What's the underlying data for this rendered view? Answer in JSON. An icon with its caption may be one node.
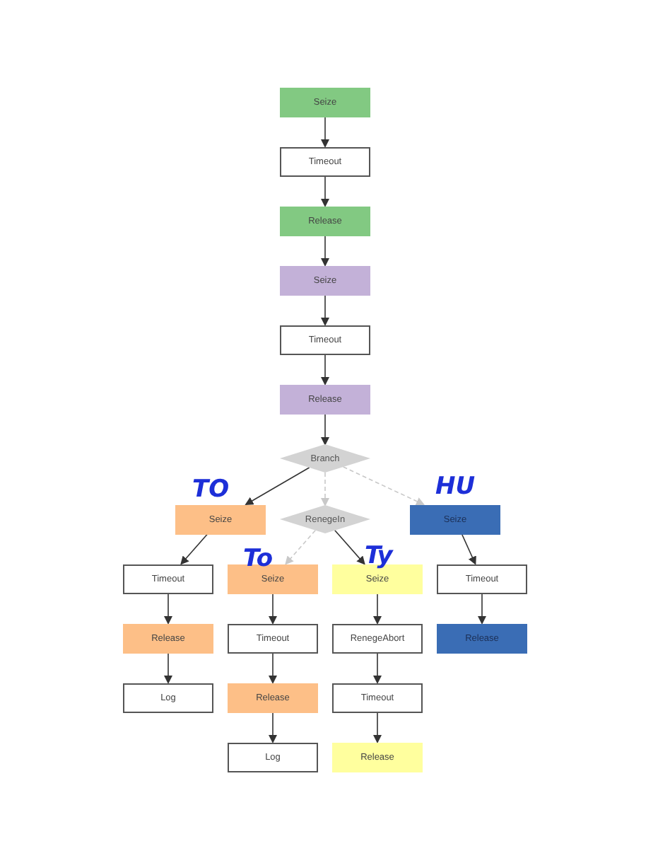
{
  "diagram": {
    "nodes": [
      {
        "text": [
          "Seize"
        ]
      },
      {
        "text": [
          "Timeout"
        ]
      },
      {
        "text": [
          "Release"
        ]
      },
      {
        "text": [
          "Seize"
        ]
      },
      {
        "text": [
          "Timeout"
        ]
      },
      {
        "text": [
          "Release"
        ]
      },
      {
        "text": [
          "Branch"
        ]
      },
      {
        "text": [
          "Seize"
        ]
      },
      {
        "text": [
          "RenegeIn"
        ]
      },
      {
        "text": [
          "Seize"
        ]
      },
      {
        "text": [
          "Timeout"
        ]
      },
      {
        "text": [
          "Seize"
        ]
      },
      {
        "text": [
          "Seize"
        ]
      },
      {
        "text": [
          "Timeout"
        ]
      },
      {
        "text": [
          "Release"
        ]
      },
      {
        "text": [
          "Timeout"
        ]
      },
      {
        "text": [
          "RenegeAbort"
        ]
      },
      {
        "text": [
          "Release"
        ]
      },
      {
        "text": [
          "Log"
        ]
      },
      {
        "text": [
          "Release"
        ]
      },
      {
        "text": [
          "Timeout"
        ]
      },
      {
        "text": [
          "Log"
        ]
      },
      {
        "text": [
          "Release"
        ]
      }
    ],
    "edges": [
      {
        "from": 0,
        "to": 1,
        "arrow": "to"
      },
      {
        "from": 1,
        "to": 2,
        "arrow": "to"
      },
      {
        "from": 2,
        "to": 3,
        "arrow": "to"
      },
      {
        "from": 3,
        "to": 4,
        "arrow": "to"
      },
      {
        "from": 4,
        "to": 5,
        "arrow": "to"
      },
      {
        "from": 5,
        "to": 6,
        "arrow": "to"
      },
      {
        "from": 6,
        "to": 7,
        "arrow": "to"
      },
      {
        "from": 6,
        "to": 8,
        "arrow": "to",
        "style": "dashed",
        "color": "#c8c8c8"
      },
      {
        "from": 6,
        "to": 9,
        "arrow": "to",
        "style": "dashed",
        "color": "#c8c8c8"
      },
      {
        "from": 7,
        "to": 10,
        "arrow": "to"
      },
      {
        "from": 9,
        "to": 13,
        "arrow": "to"
      },
      {
        "from": 8,
        "to": 11,
        "arrow": "to",
        "style": "dashed",
        "color": "#c8c8c8"
      },
      {
        "from": 8,
        "to": 12,
        "arrow": "to"
      },
      {
        "from": 10,
        "to": 14,
        "arrow": "to"
      },
      {
        "from": 14,
        "to": 18,
        "arrow": "to"
      },
      {
        "from": 11,
        "to": 15,
        "arrow": "to"
      },
      {
        "from": 15,
        "to": 19,
        "arrow": "to"
      },
      {
        "from": 19,
        "to": 21,
        "arrow": "to"
      },
      {
        "from": 12,
        "to": 16,
        "arrow": "to"
      },
      {
        "from": 16,
        "to": 20,
        "arrow": "to"
      },
      {
        "from": 20,
        "to": 22,
        "arrow": "to"
      },
      {
        "from": 13,
        "to": 17,
        "arrow": "to"
      }
    ],
    "labels": [
      "TO",
      "HU",
      "To",
      "Ty"
    ]
  }
}
